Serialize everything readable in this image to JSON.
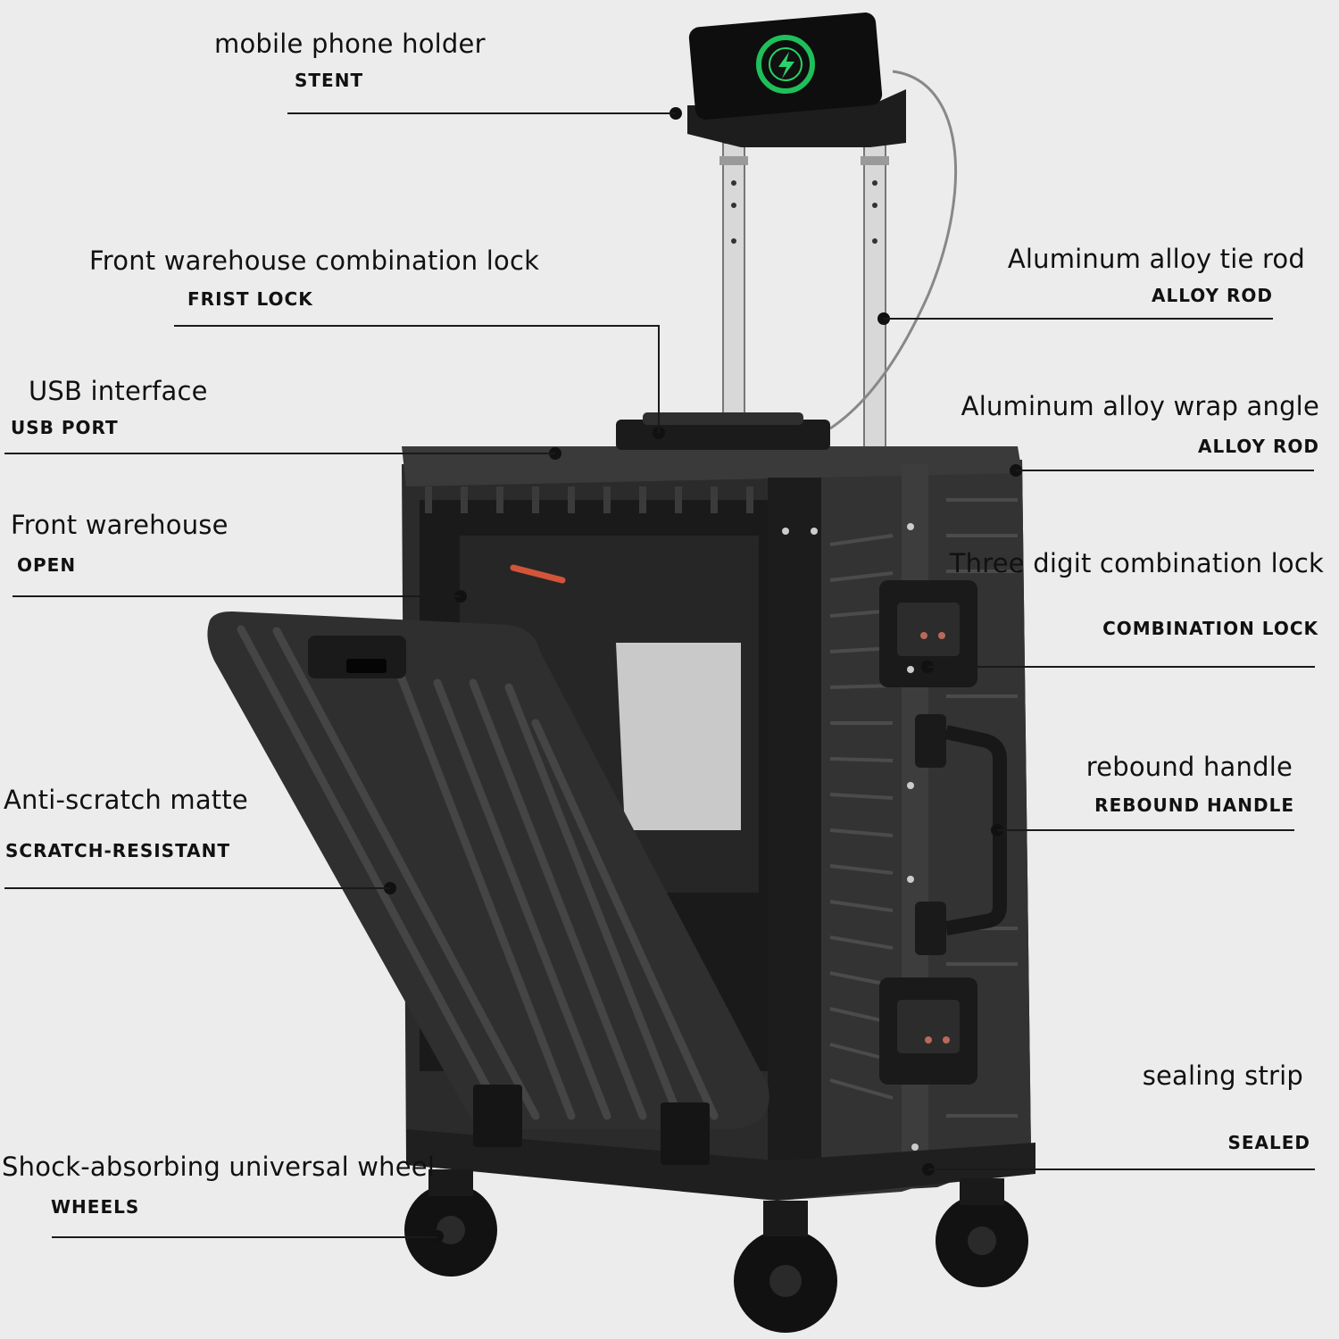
{
  "colors": {
    "background": "#ececec",
    "shell": "#2b2b2b",
    "shell_dark": "#161616",
    "shell_light": "#4a4a4a",
    "aluminum": "#c9c9c9",
    "charge_ring": "#1fbf5a",
    "zipper_pull": "#d2553a"
  },
  "callouts": [
    {
      "title": "mobile phone holder",
      "sub": "STENT"
    },
    {
      "title": "Front warehouse combination lock",
      "sub": "FRIST LOCK"
    },
    {
      "title": "USB interface",
      "sub": "USB PORT"
    },
    {
      "title": "Front warehouse",
      "sub": "OPEN"
    },
    {
      "title": "Anti-scratch matte",
      "sub": "SCRATCH-RESISTANT"
    },
    {
      "title": "Shock-absorbing universal wheel",
      "sub": "WHEELS"
    },
    {
      "title": "Aluminum alloy tie rod",
      "sub": "ALLOY ROD"
    },
    {
      "title": "Aluminum alloy wrap angle",
      "sub": "ALLOY ROD"
    },
    {
      "title": "Three digit combination lock",
      "sub": "COMBINATION LOCK"
    },
    {
      "title": "rebound handle",
      "sub": "REBOUND HANDLE"
    },
    {
      "title": "sealing strip",
      "sub": "SEALED"
    }
  ]
}
